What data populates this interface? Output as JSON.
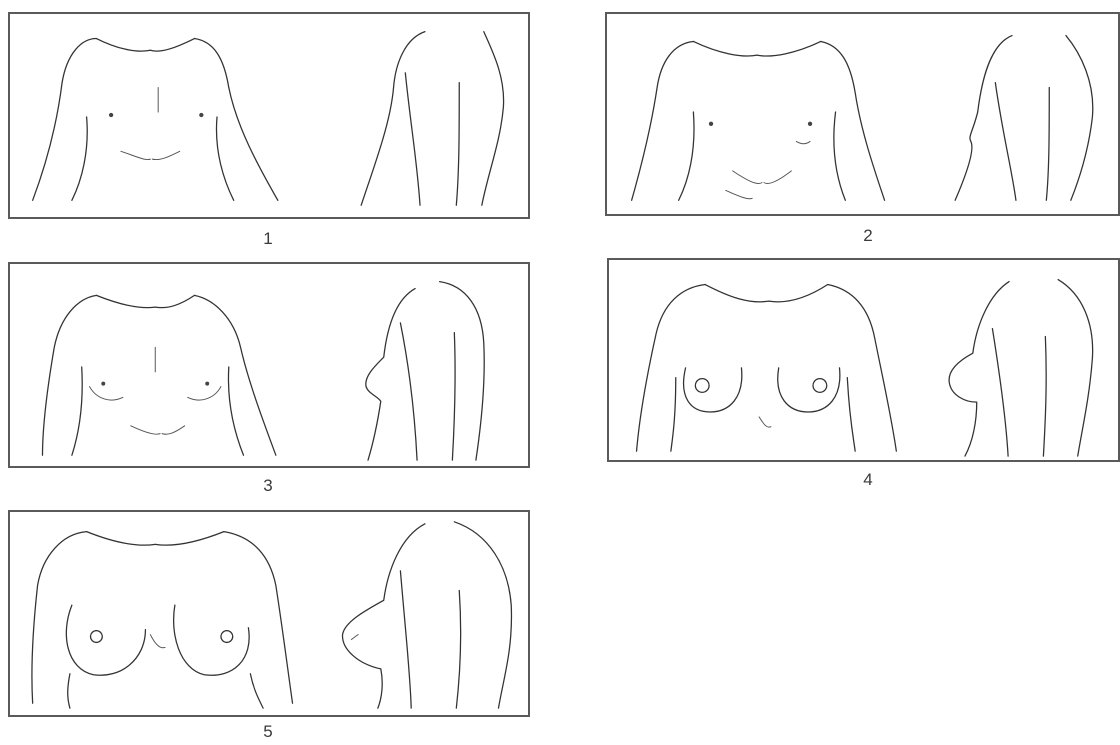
{
  "stages": [
    {
      "label": "1"
    },
    {
      "label": "2"
    },
    {
      "label": "3"
    },
    {
      "label": "4"
    },
    {
      "label": "5"
    }
  ]
}
